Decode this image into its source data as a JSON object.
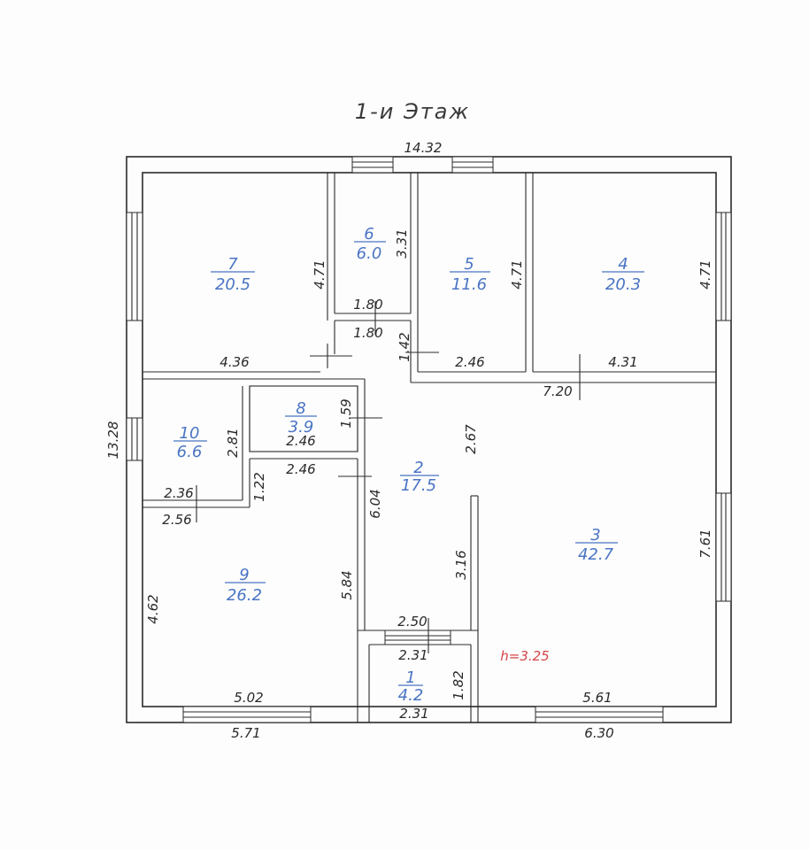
{
  "title": "1-и Этаж",
  "ceiling_height": "h=3.25",
  "rooms": [
    {
      "number": "1",
      "area": "4.2"
    },
    {
      "number": "2",
      "area": "17.5"
    },
    {
      "number": "3",
      "area": "42.7"
    },
    {
      "number": "4",
      "area": "20.3"
    },
    {
      "number": "5",
      "area": "11.6"
    },
    {
      "number": "6",
      "area": "6.0"
    },
    {
      "number": "7",
      "area": "20.5"
    },
    {
      "number": "8",
      "area": "3.9"
    },
    {
      "number": "9",
      "area": "26.2"
    },
    {
      "number": "10",
      "area": "6.6"
    }
  ],
  "dimensions": {
    "top_total": "14.32",
    "left_total": "13.28",
    "bottom_left": "5.71",
    "bottom_right": "6.30",
    "r7_height": "4.71",
    "r7_width": "4.36",
    "r6_height": "3.31",
    "r6_width_a": "1.80",
    "r6_width_b": "1.80",
    "r5_height": "4.71",
    "r5_width": "2.46",
    "r4_height": "4.71",
    "r4_width": "4.31",
    "corridor_h": "1.42",
    "r3_top": "7.20",
    "r3_right": "7.61",
    "r3_bottom": "5.61",
    "r2_upper": "2.67",
    "r2_lower": "6.04",
    "r2_partition": "3.16",
    "r8_height": "1.59",
    "r8_width_a": "2.46",
    "r8_width_b": "2.46",
    "r10_height": "2.81",
    "r10_width_a": "2.36",
    "r10_width_b": "2.56",
    "r9_gap": "1.22",
    "r9_left": "4.62",
    "r9_right": "5.84",
    "r9_bottom": "5.02",
    "r1_top_outer": "2.50",
    "r1_top": "2.31",
    "r1_height": "1.82",
    "r1_bottom": "2.31"
  }
}
